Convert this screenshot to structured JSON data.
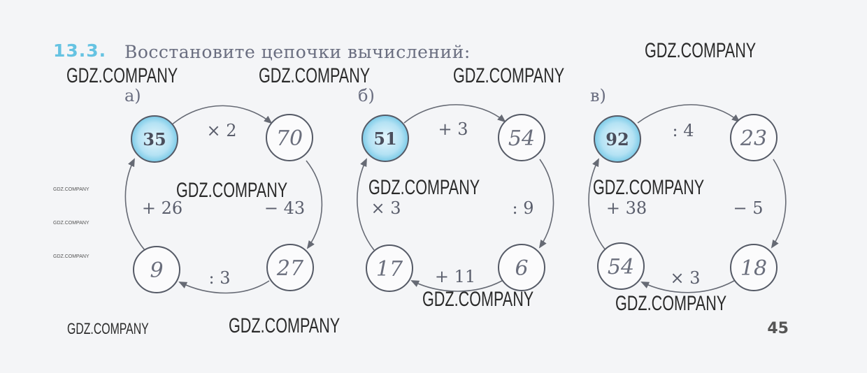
{
  "exercise": {
    "number": "13.3.",
    "title": "Восстановите цепочки вычислений:"
  },
  "page_number": "45",
  "watermark": "GDZ.COMPANY",
  "colors": {
    "accent": "#66c3e2",
    "node_fill_given": "#bfe6f5",
    "arrow": "#666a74"
  },
  "chains": [
    {
      "label": "а)",
      "nodes": [
        "35",
        "70",
        "27",
        "9"
      ],
      "ops": {
        "top": "× 2",
        "right": "− 43",
        "bottom": ": 3",
        "left": "+ 26"
      }
    },
    {
      "label": "б)",
      "nodes": [
        "51",
        "54",
        "6",
        "17"
      ],
      "ops": {
        "top": "+ 3",
        "right": ": 9",
        "bottom": "+ 11",
        "left": "× 3"
      }
    },
    {
      "label": "в)",
      "nodes": [
        "92",
        "23",
        "18",
        "54"
      ],
      "ops": {
        "top": ": 4",
        "right": "− 5",
        "bottom": "× 3",
        "left": "+ 38"
      }
    }
  ]
}
